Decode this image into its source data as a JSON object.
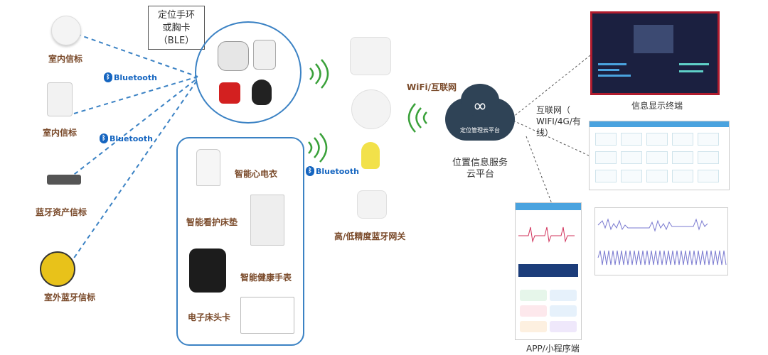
{
  "beacons": {
    "indoor_1": "室内信标",
    "indoor_2": "室内信标",
    "asset": "蓝牙资产信标",
    "outdoor": "室外蓝牙信标"
  },
  "bluetooth_label": "Bluetooth",
  "ble_tag_box": {
    "line1": "定位手环",
    "line2": "或胸卡",
    "line3": "（BLE）"
  },
  "devices": {
    "ecg_vest": "智能心电衣",
    "bed_pad": "智能看护床垫",
    "watch": "智能健康手表",
    "bed_card": "电子床头卡"
  },
  "gateway_label": "高/低精度蓝牙网关",
  "wifi_label": "WiFi/互联网",
  "cloud": {
    "inner_text": "定位管理云平台",
    "caption_line1": "位置信息服务",
    "caption_line2": "云平台"
  },
  "internet_label": {
    "line1": "互联网（",
    "line2": "WIFI/4G/有",
    "line3": "线）"
  },
  "terminals": {
    "display": "信息显示终端",
    "app": "APP/小程序端"
  },
  "colors": {
    "link_blue": "#3b82c4",
    "wifi_green": "#3aa13a",
    "bt_blue": "#1565c0",
    "dash_border": "#b01c2e",
    "cloud": "#2f4356"
  }
}
